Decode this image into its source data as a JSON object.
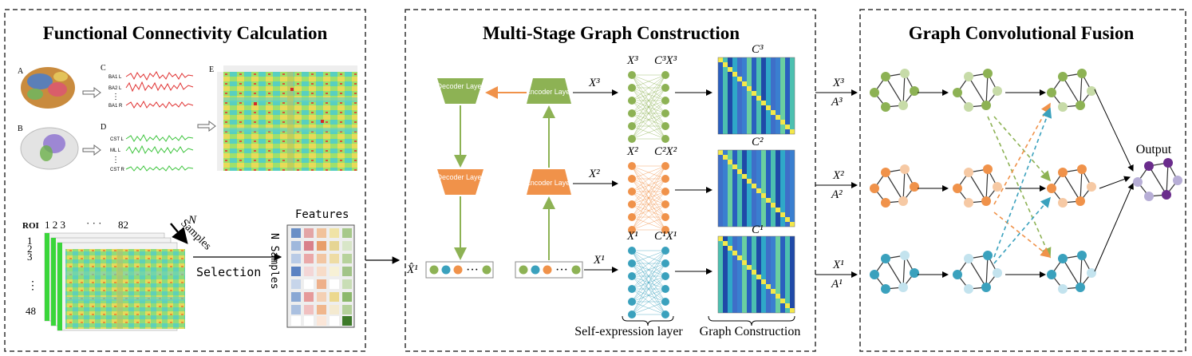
{
  "panels": {
    "left": {
      "title": "Functional Connectivity Calculation"
    },
    "middle": {
      "title": "Multi-Stage Graph Construction"
    },
    "right": {
      "title": "Graph Convolutional Fusion"
    }
  },
  "left": {
    "label_a": "A",
    "label_b": "B",
    "label_c": "C",
    "label_d": "D",
    "label_e": "E",
    "bold_series": [
      "BA1 L",
      "BA2 L",
      "BA1 R"
    ],
    "cst_series": [
      "CST L",
      "ML L",
      "CST R"
    ],
    "vdots": "⋮",
    "roi_label": "ROI",
    "roi_ticks": "1 2 3",
    "roi_dots": "· · ·",
    "roi_last": "82",
    "row_first": "1",
    "row_second": "2",
    "row_third": "3",
    "row_last": "48",
    "n_label": "N",
    "samples_label": "Samples",
    "selection_label": "Selection",
    "features_label": "Features",
    "n_samples_label": "N Samples"
  },
  "middle": {
    "decoder_label": "Decoder Layer",
    "encoder_label": "Encoder Layer",
    "x3": "X³",
    "x2": "X²",
    "x1": "X¹",
    "cx3": "C³X³",
    "cx2": "C²X²",
    "cx1": "C¹X¹",
    "c3": "C³",
    "c2": "C²",
    "c1": "C¹",
    "xhat": "X̂¹",
    "ellipsis": "···",
    "self_expression_label": "Self-expression layer",
    "graph_construction_label": "Graph Construction"
  },
  "right": {
    "x3": "X³",
    "a3": "A³",
    "x2": "X²",
    "a2": "A²",
    "x1": "X¹",
    "a1": "A¹",
    "output_label": "Output"
  },
  "colors": {
    "green": "#8db254",
    "green_light": "#c7dba8",
    "orange": "#f0924a",
    "orange_light": "#f6c9a4",
    "blue": "#3aa1bd",
    "blue_light": "#c3e3ee",
    "purple": "#6a2c8c",
    "purple_light": "#b7aed6"
  }
}
